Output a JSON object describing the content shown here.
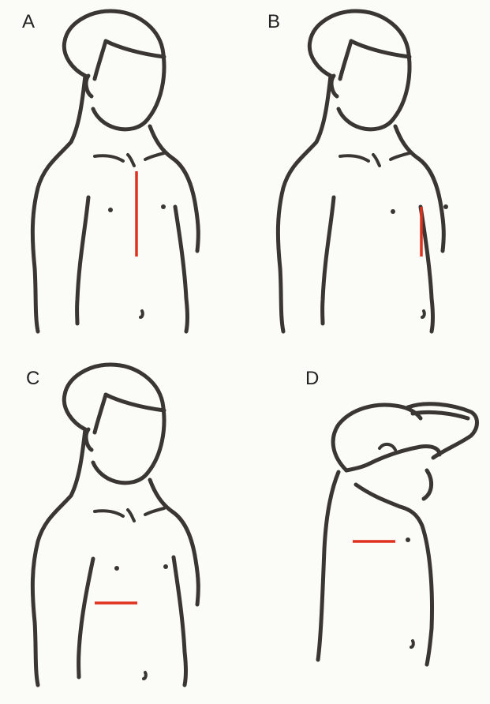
{
  "panels": [
    {
      "label": "A",
      "incision": "vertical-long"
    },
    {
      "label": "B",
      "incision": "vertical-short"
    },
    {
      "label": "C",
      "incision": "horizontal"
    },
    {
      "label": "D",
      "incision": "horizontal-lateral"
    }
  ],
  "colors": {
    "line": "#3a3633",
    "incision": "#e0301e",
    "background": "#fbfbf8"
  }
}
